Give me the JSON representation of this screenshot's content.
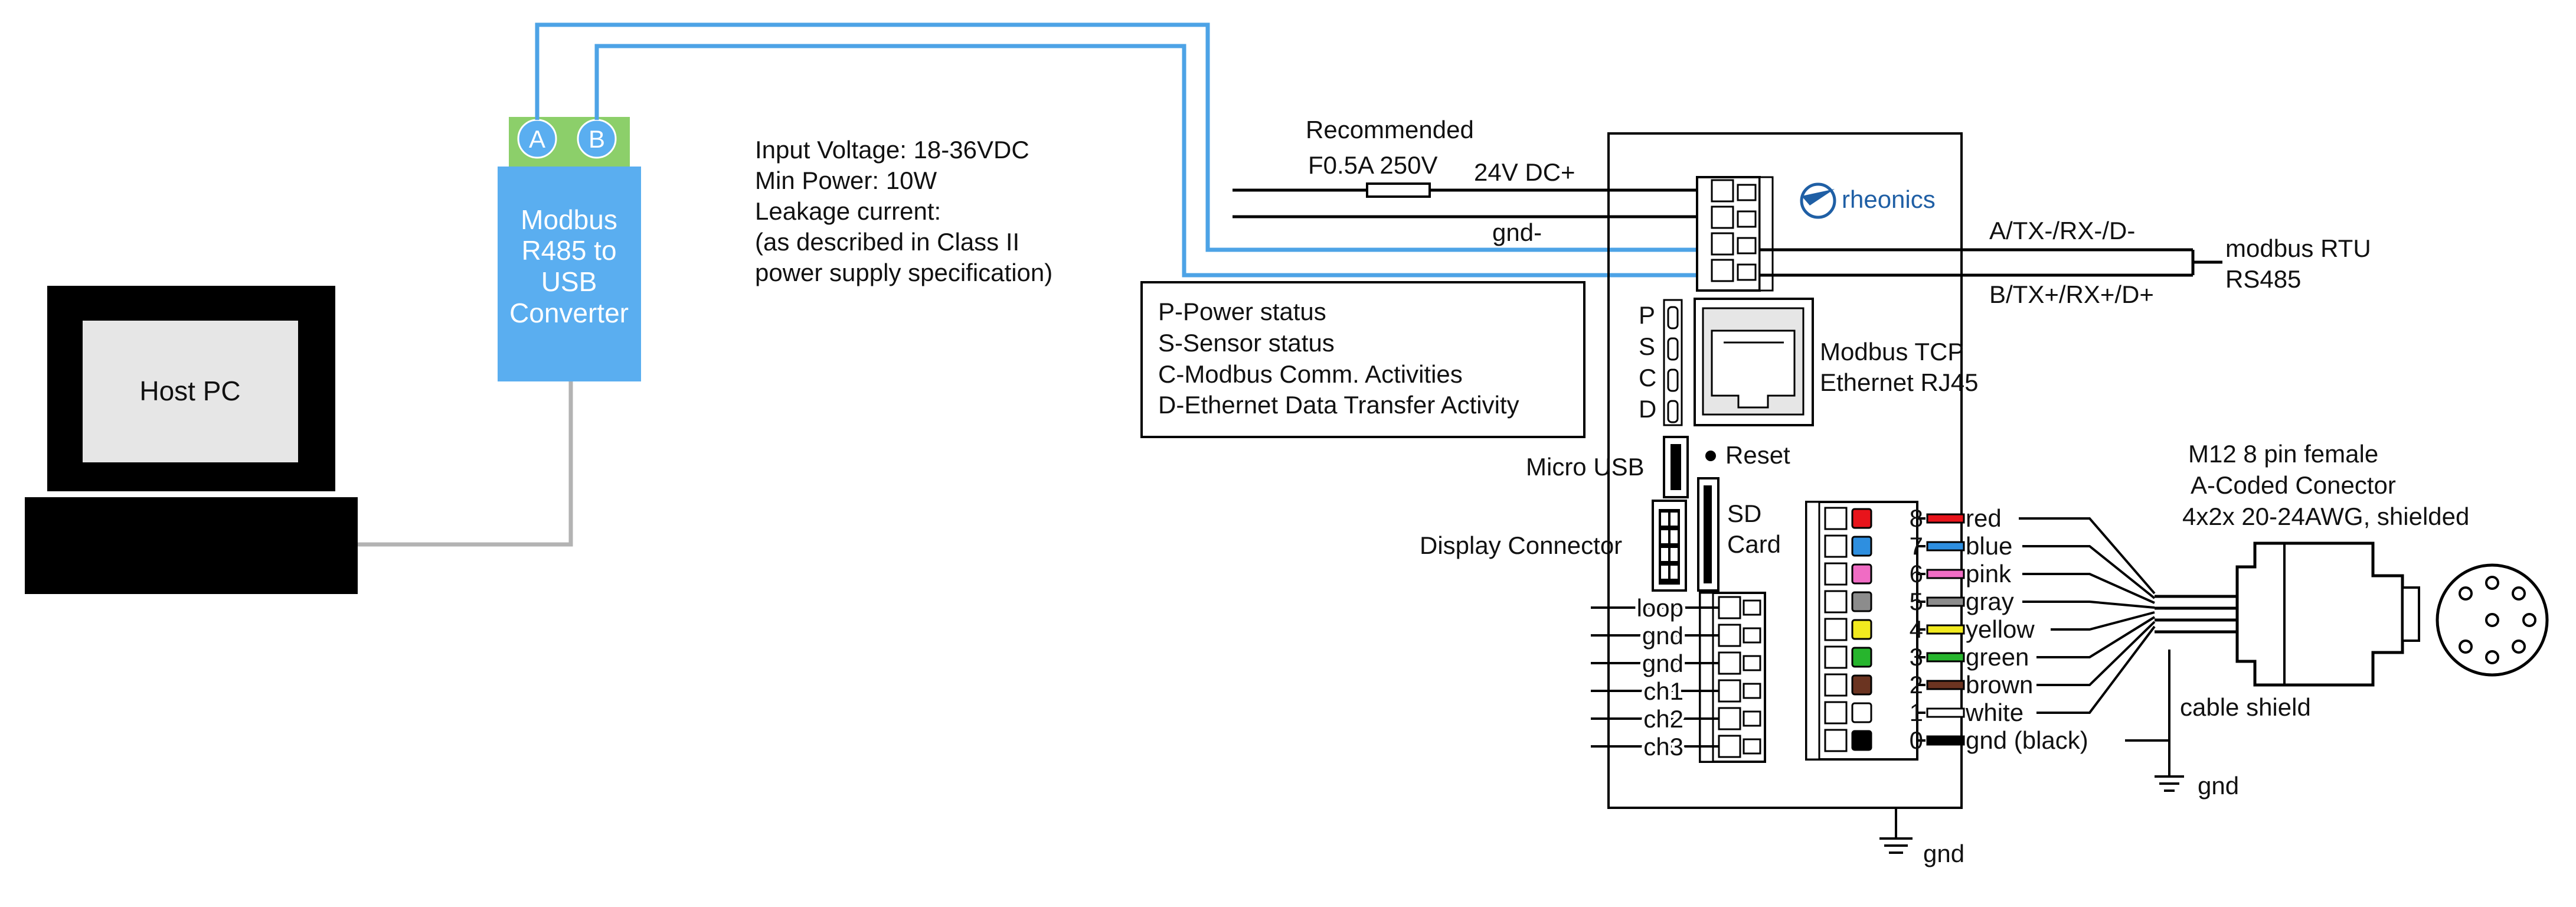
{
  "host_pc": {
    "label": "Host PC"
  },
  "converter": {
    "terminal_a": "A",
    "terminal_b": "B",
    "label_lines": [
      "Modbus",
      "R485 to",
      "USB",
      "Converter"
    ]
  },
  "power_spec": [
    "Input Voltage: 18-36VDC",
    "Min Power: 10W",
    "Leakage current:",
    "(as described in Class II",
    "power supply specification)"
  ],
  "fuse": {
    "label1": "Recommended",
    "label2": "F0.5A 250V"
  },
  "power_wires": {
    "plus": "24V DC+",
    "minus": "gnd-"
  },
  "brand": "rheonics",
  "rs485": {
    "line_a": "A/TX-/RX-/D-",
    "line_b": "B/TX+/RX+/D+",
    "label1": "modbus RTU",
    "label2": "RS485"
  },
  "status_legend": [
    "P-Power status",
    "S-Sensor status",
    "C-Modbus Comm. Activities",
    "D-Ethernet Data Transfer Activity"
  ],
  "leds": [
    "P",
    "S",
    "C",
    "D"
  ],
  "ethernet": {
    "label1": "Modbus TCP",
    "label2": "Ethernet RJ45"
  },
  "micro_usb": "Micro USB",
  "reset": "Reset",
  "sd_card": {
    "label1": "SD",
    "label2": "Card"
  },
  "display_connector": "Display Connector",
  "io_terminals": [
    "loop",
    "gnd",
    "gnd",
    "ch1",
    "ch2",
    "ch3"
  ],
  "m12_pins": [
    {
      "num": "8",
      "name": "red",
      "color": "#e8141b"
    },
    {
      "num": "7",
      "name": "blue",
      "color": "#2e8fe0"
    },
    {
      "num": "6",
      "name": "pink",
      "color": "#f06cc4"
    },
    {
      "num": "5",
      "name": "gray",
      "color": "#8c8c8c"
    },
    {
      "num": "4",
      "name": "yellow",
      "color": "#f2ea1f"
    },
    {
      "num": "3",
      "name": "green",
      "color": "#27b52d"
    },
    {
      "num": "2",
      "name": "brown",
      "color": "#6b3421"
    },
    {
      "num": "1",
      "name": "white",
      "color": "#ffffff"
    },
    {
      "num": "0",
      "name": "gnd (black)",
      "color": "#000000"
    }
  ],
  "m12_connector": {
    "label1": "M12 8 pin female",
    "label2": "A-Coded Conector",
    "label3": "4x2x 20-24AWG, shielded"
  },
  "cable_shield": "cable shield",
  "ground_label": "gnd",
  "colors": {
    "modbus_wire": "#4da3e6",
    "converter_body": "#5aaef0",
    "converter_header": "#8ccf6a",
    "usb_cable": "#b3b3b3"
  }
}
